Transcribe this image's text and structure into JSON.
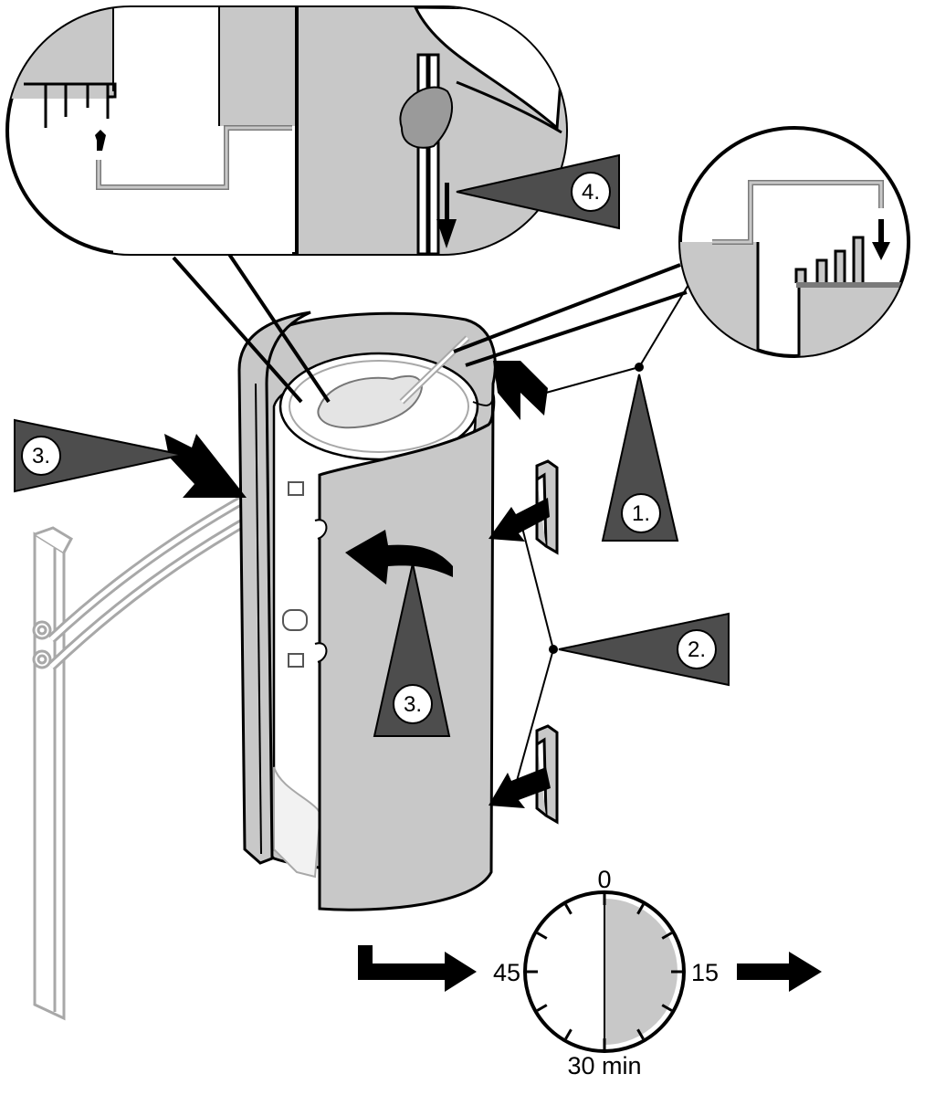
{
  "steps": {
    "step1": "1.",
    "step2": "2.",
    "step3_left": "3.",
    "step3_center": "3.",
    "step4": "4."
  },
  "timer": {
    "label_top": "0",
    "label_right": "15",
    "label_bottom": "30 min",
    "label_left": "45",
    "elapsed_fraction": 0.5
  },
  "colors": {
    "line": "#000000",
    "panel_gray": "#c8c8c8",
    "pointer_dark": "#4d4d4d",
    "light_gray": "#a8a8a8",
    "background": "#ffffff"
  }
}
